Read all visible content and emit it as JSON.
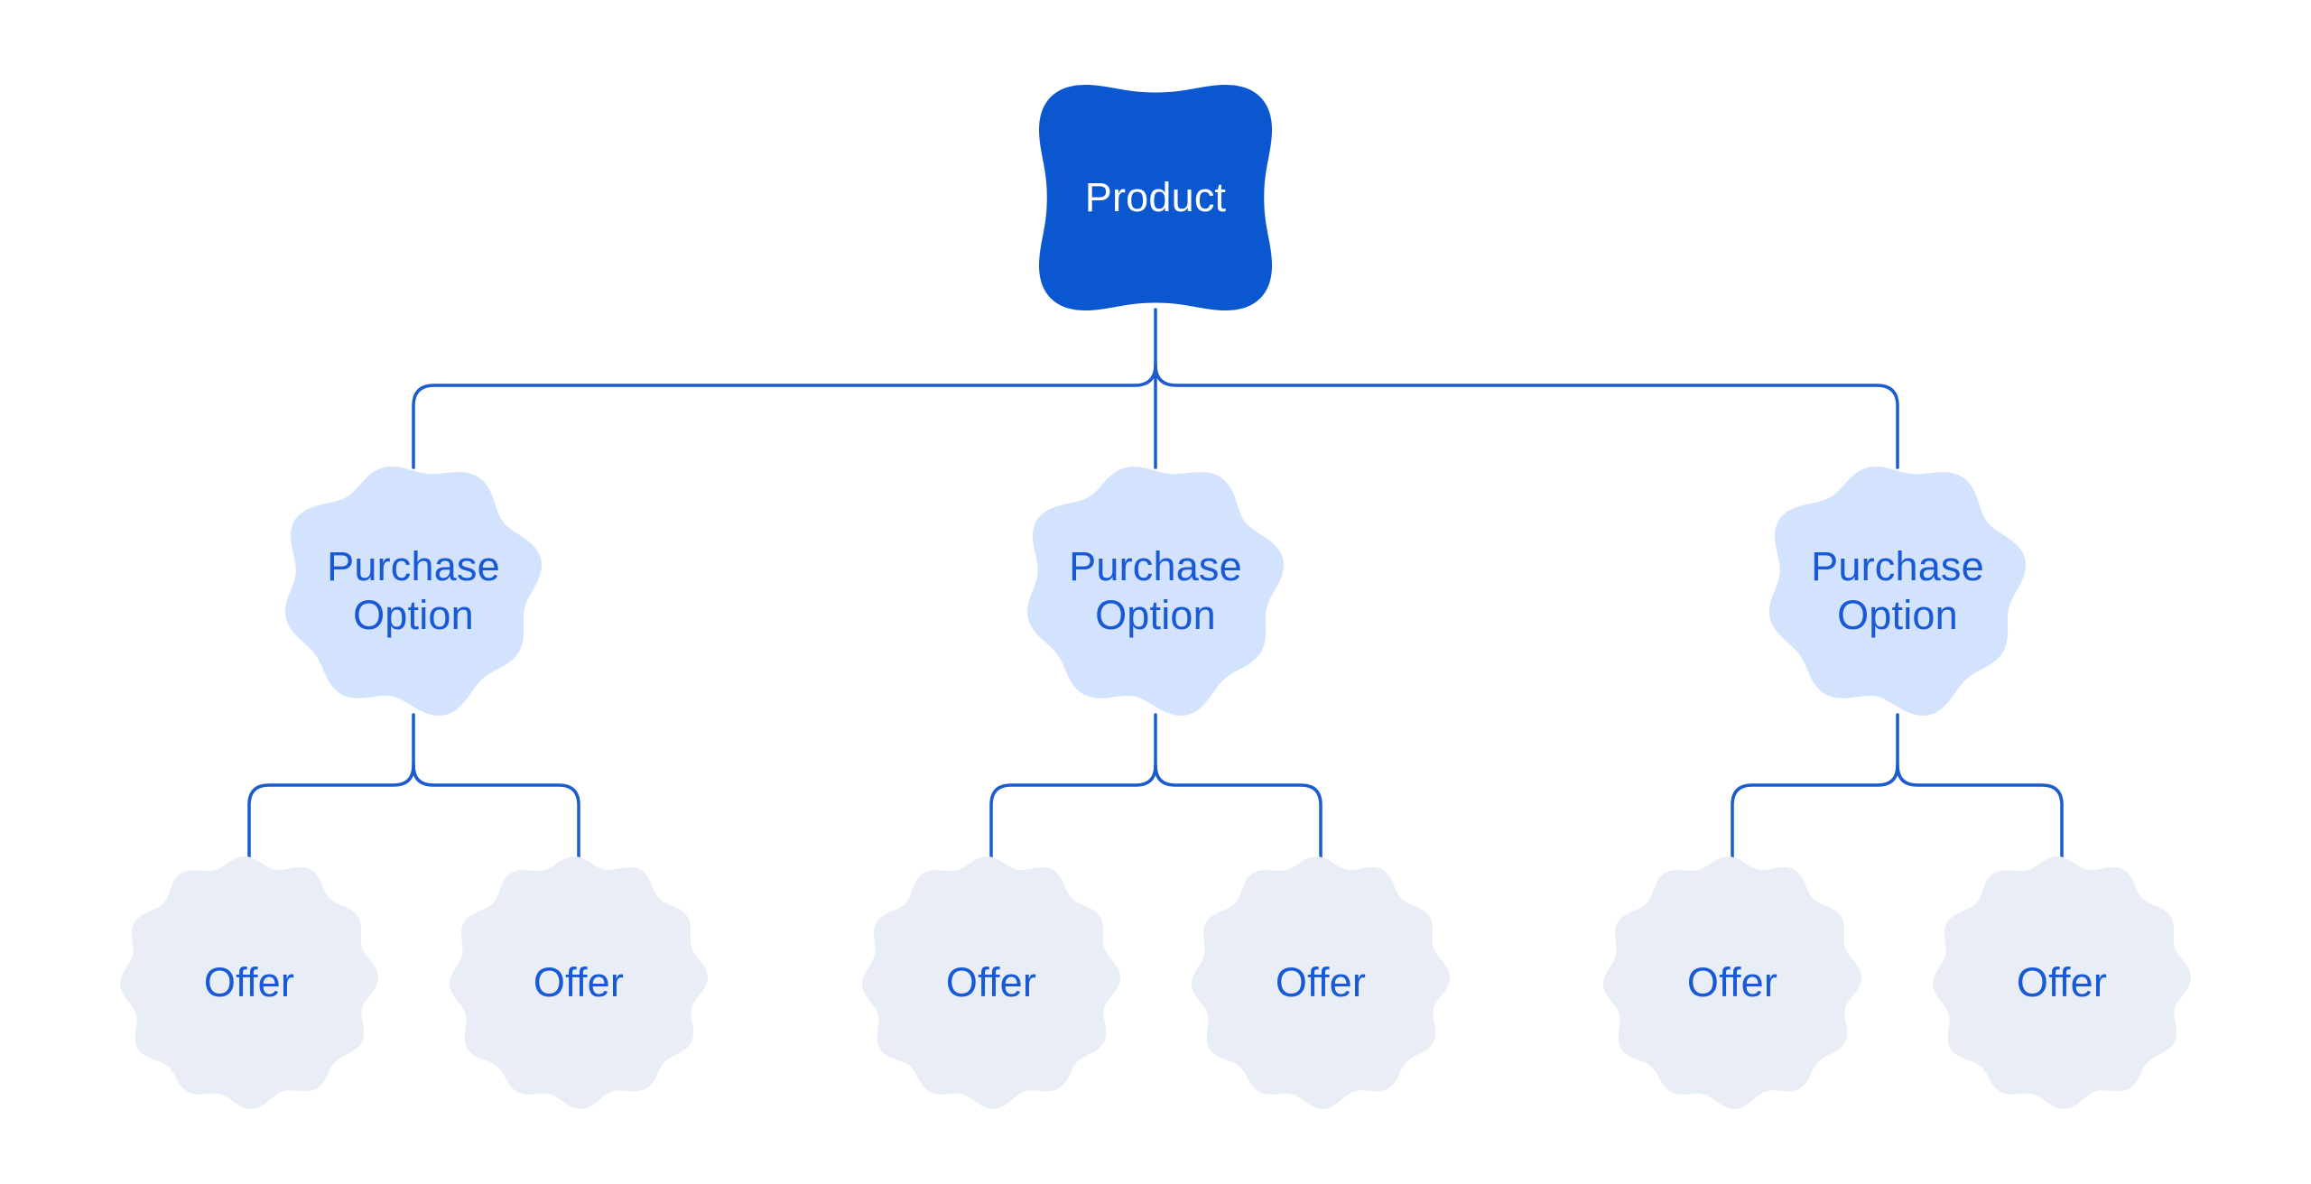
{
  "diagram": {
    "root": {
      "label": "Product"
    },
    "purchase_options": [
      {
        "label": "Purchase Option",
        "offers": [
          {
            "label": "Offer"
          },
          {
            "label": "Offer"
          }
        ]
      },
      {
        "label": "Purchase Option",
        "offers": [
          {
            "label": "Offer"
          },
          {
            "label": "Offer"
          }
        ]
      },
      {
        "label": "Purchase Option",
        "offers": [
          {
            "label": "Offer"
          },
          {
            "label": "Offer"
          }
        ]
      }
    ],
    "colors": {
      "background": "#ffffff",
      "root_fill": "#0b57d0",
      "root_text": "#ffffff",
      "option_fill": "#d3e3fd",
      "offer_fill": "#e9edf6",
      "node_text": "#1759d7",
      "connector": "#1a5bce"
    }
  }
}
